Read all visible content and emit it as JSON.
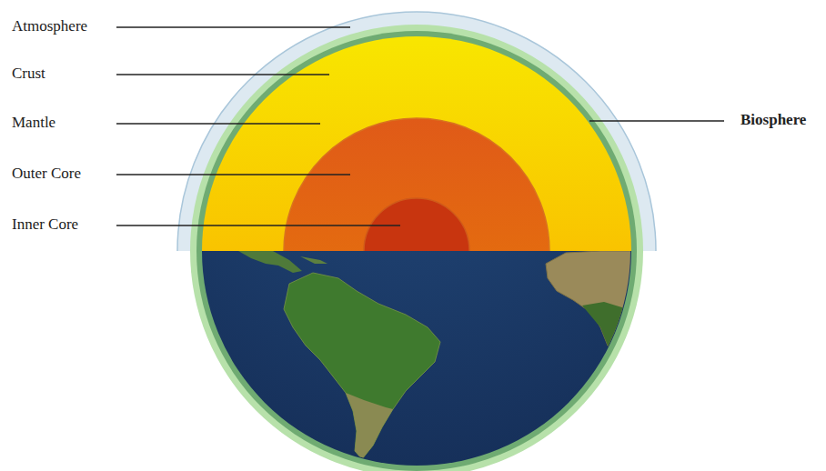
{
  "diagram": {
    "labels": [
      "Atmosphere",
      "Crust",
      "Mantle",
      "Outer Core",
      "Inner Core",
      "Biosphere"
    ]
  }
}
